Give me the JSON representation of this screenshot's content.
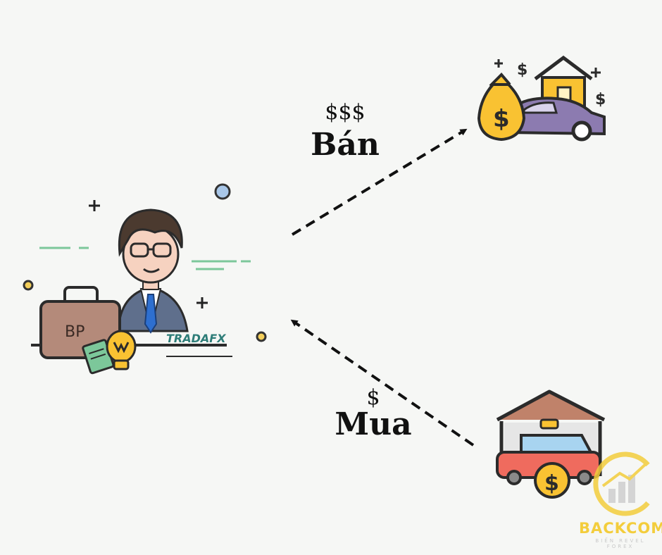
{
  "arrows": {
    "sell": {
      "price": "$$$",
      "label": "Bán"
    },
    "buy": {
      "price": "$",
      "label": "Mua"
    }
  },
  "trader": {
    "briefcase_text": "BP",
    "desk_brand": "TRADAFX"
  },
  "watermark": {
    "brand": "BACKCOM",
    "tagline": "BIẾN REVEL FOREX"
  },
  "colors": {
    "background": "#f6f7f5",
    "arrow": "#111111",
    "car_purple": "#8c7bb0",
    "car_red": "#ef6b5e",
    "coin_yellow": "#f9c232",
    "brand_yellow": "#f3cd3c"
  }
}
